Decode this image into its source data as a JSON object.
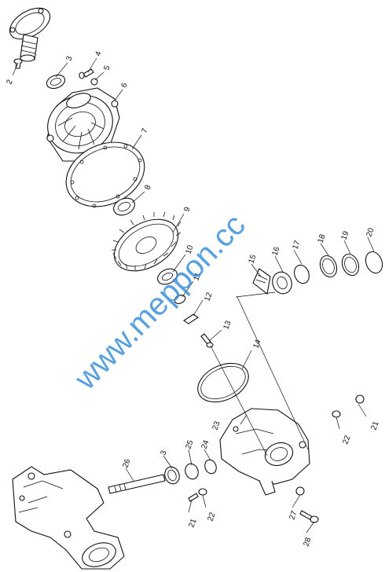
{
  "callouts": {
    "c2": "2",
    "c3a": "3",
    "c4": "4",
    "c5": "5",
    "c6": "6",
    "c7": "7",
    "c8": "8",
    "c9": "9",
    "c10": "10",
    "c11": "11",
    "c12": "12",
    "c13": "13",
    "c14": "14",
    "c15": "15",
    "c16": "16",
    "c17": "17",
    "c18": "18",
    "c19": "19",
    "c20": "20",
    "c21a": "21",
    "c22a": "22",
    "c23": "23",
    "c24": "24",
    "c25": "25",
    "c3b": "3",
    "c26": "26",
    "c21b": "21",
    "c22b": "22",
    "c27": "27",
    "c28": "28"
  },
  "watermark": "www.meppon.cc",
  "colors": {
    "watermark": "#3c8fd8",
    "line_art": "#111111",
    "background": "#ffffff"
  }
}
